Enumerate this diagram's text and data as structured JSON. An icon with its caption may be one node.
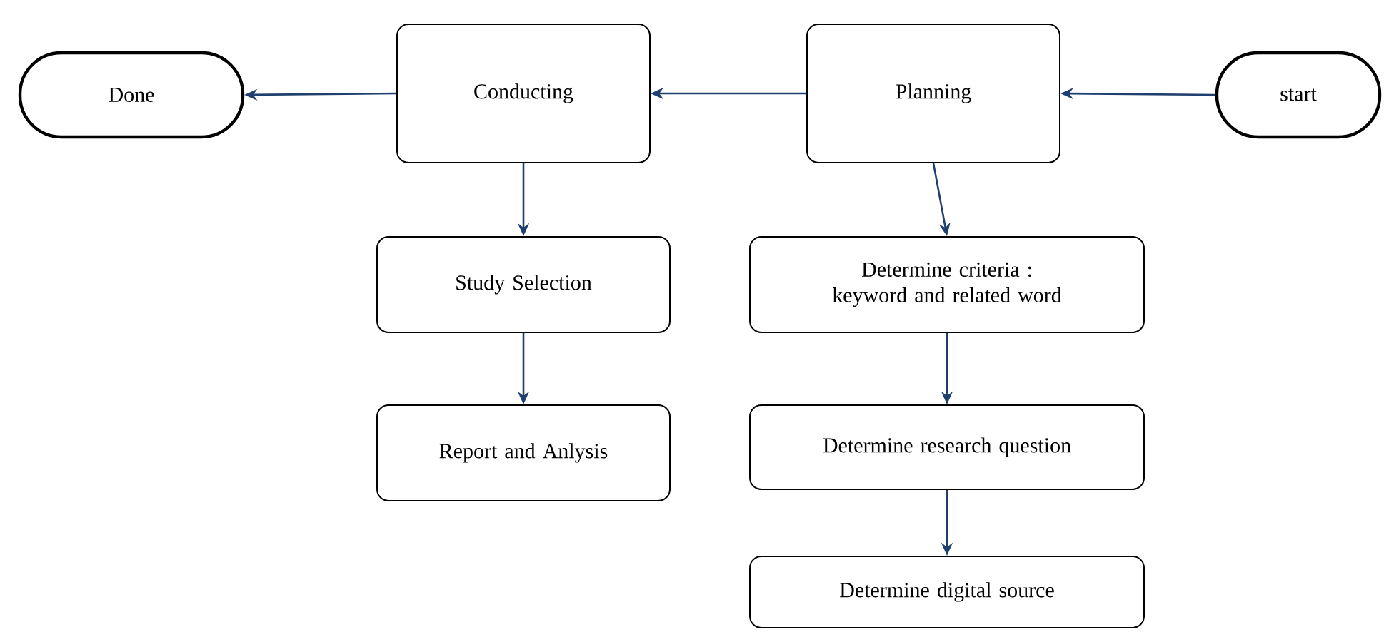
{
  "diagram": {
    "nodes": [
      {
        "text": [
          "start"
        ]
      },
      {
        "text": [
          "Planning"
        ]
      },
      {
        "text": [
          "Conducting"
        ]
      },
      {
        "text": [
          "Done"
        ]
      },
      {
        "text": [
          "Study Selection"
        ]
      },
      {
        "text": [
          "Report and Anlysis"
        ]
      },
      {
        "text": [
          "Determine criteria : keyword and related word"
        ]
      },
      {
        "text": [
          "Determine research question"
        ]
      },
      {
        "text": [
          "Determine digital source"
        ]
      }
    ],
    "edges": [
      {
        "from": 0,
        "to": 1,
        "arrow": "to"
      },
      {
        "from": 1,
        "to": 2,
        "arrow": "to"
      },
      {
        "from": 2,
        "to": 3,
        "arrow": "to"
      },
      {
        "from": 2,
        "to": 4,
        "arrow": "to"
      },
      {
        "from": 4,
        "to": 5,
        "arrow": "to"
      },
      {
        "from": 1,
        "to": 6,
        "arrow": "to"
      },
      {
        "from": 6,
        "to": 7,
        "arrow": "to"
      },
      {
        "from": 7,
        "to": 8,
        "arrow": "to"
      }
    ]
  }
}
